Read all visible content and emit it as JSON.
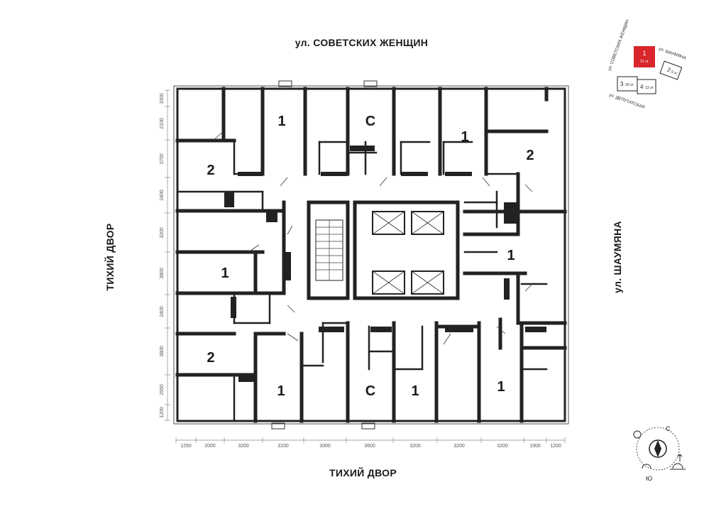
{
  "streets": {
    "top": "ул. СОВЕТСКИХ ЖЕНЩИН",
    "bottom": "ТИХИЙ ДВОР",
    "left": "ТИХИЙ ДВОР",
    "right": "ул. ШАУМЯНА"
  },
  "rooms": [
    "1",
    "С",
    "1",
    "2",
    "2",
    "1",
    "1",
    "2",
    "1",
    "С",
    "1",
    "1"
  ],
  "dims_left": [
    "1000",
    "2100",
    "3700",
    "2400",
    "3200",
    "3800",
    "2400",
    "3800",
    "2550",
    "1200"
  ],
  "dims_bottom": [
    "1250",
    "2000",
    "3200",
    "3100",
    "3300",
    "3600",
    "3200",
    "3200",
    "3200",
    "1900",
    "1200"
  ],
  "key_plan": {
    "section_labels": [
      "1",
      "2",
      "3",
      "4"
    ],
    "floors": [
      "21 эт",
      "8 эт",
      "20 эт",
      "13 эт"
    ],
    "streets": [
      "ул. СОВЕТСКИХ ЖЕНЩИН",
      "ул. ШАУМЯНА",
      "ул. ДЕПУТАТСКАЯ"
    ],
    "accent_color": "#d9262c"
  },
  "compass": {
    "north": "С",
    "south": "Ю"
  }
}
